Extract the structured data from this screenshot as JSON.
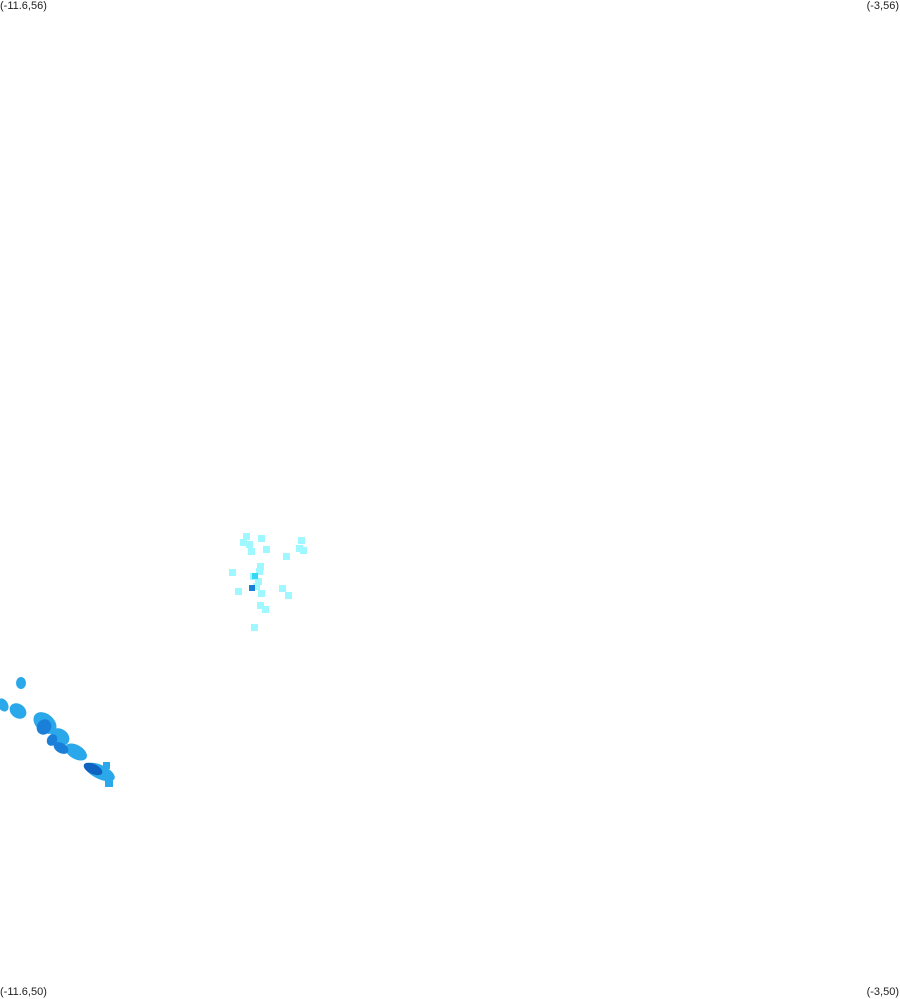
{
  "map": {
    "corner_labels": {
      "top_left": "(-11.6,56)",
      "top_right": "(-3,56)",
      "bottom_left": "(-11.6,50)",
      "bottom_right": "(-3,50)"
    },
    "extent": {
      "lon_min": -11.6,
      "lon_max": -3,
      "lat_min": 50,
      "lat_max": 56
    },
    "colors": {
      "background": "#ffffff",
      "light_cyan": "#9ff7ff",
      "cyan": "#35d8f4",
      "light_blue": "#2aa8ea",
      "mid_blue": "#1a7fd8",
      "dark_blue": "#0f63c0"
    }
  }
}
